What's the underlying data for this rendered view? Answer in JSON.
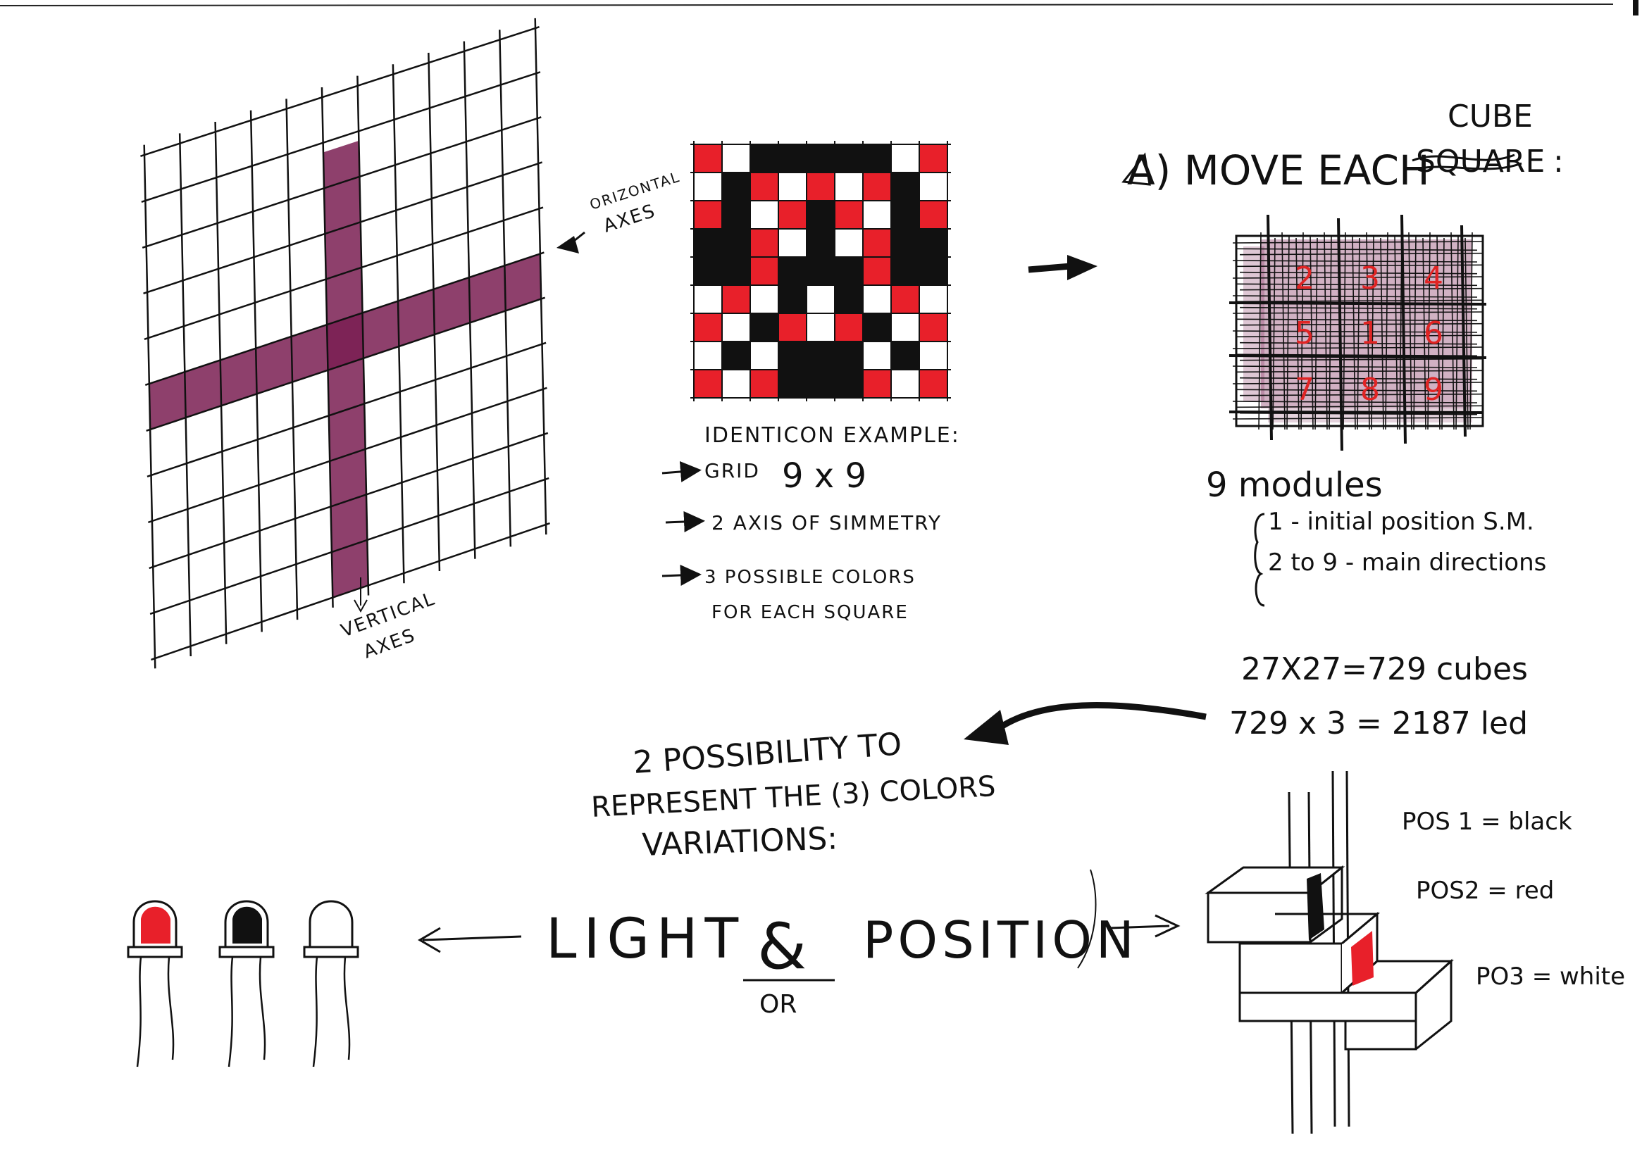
{
  "colors": {
    "ink": "#111111",
    "red": "#e8202a",
    "purple": "#7a1f52"
  },
  "grid_sketch": {
    "label_horizontal": [
      "ORIZONTAL",
      "AXES"
    ],
    "label_vertical": [
      "VERTICAL",
      "AXES"
    ]
  },
  "identicon": {
    "title": "IDENTICON EXAMPLE:",
    "bullets": [
      "GRID",
      "2 AXIS OF SIMMETRY",
      "3 POSSIBLE COLORS",
      "FOR EACH SQUARE"
    ],
    "grid_size": "9 x 9",
    "pattern": [
      "RWBBBBBWR",
      "WBRWRWRBW",
      "RBWRBRWBR",
      "BBRWBWRBB",
      "BBRBBBRBB",
      "WRWBWBWRW",
      "RWBRWRBWR",
      "WBWBBBWBW",
      "RWRBBBRWR"
    ]
  },
  "move_section": {
    "title": "A) MOVE EACH",
    "struck": "SQUARE",
    "replacement": "CUBE",
    "colon": ":",
    "module_numbers": [
      "2",
      "3",
      "4",
      "5",
      "1",
      "6",
      "7",
      "8",
      "9"
    ],
    "modules_title": "9 modules",
    "modules_lines": [
      "1 - initial position S.M.",
      "2 to 9 - main directions"
    ]
  },
  "calc": {
    "line1": "27X27=729 cubes",
    "line2": "729 x 3 = 2187 led"
  },
  "possibility": {
    "lines": [
      "2 POSSIBILITY TO",
      "REPRESENT THE (3) COLORS",
      "VARIATIONS:"
    ]
  },
  "center": {
    "left": "LIGHT",
    "amp": "&",
    "right": "POSITION",
    "or": "OR"
  },
  "positions": {
    "pos1": "POS 1 = black",
    "pos2": "POS2 = red",
    "pos3": "PO3 = white"
  }
}
